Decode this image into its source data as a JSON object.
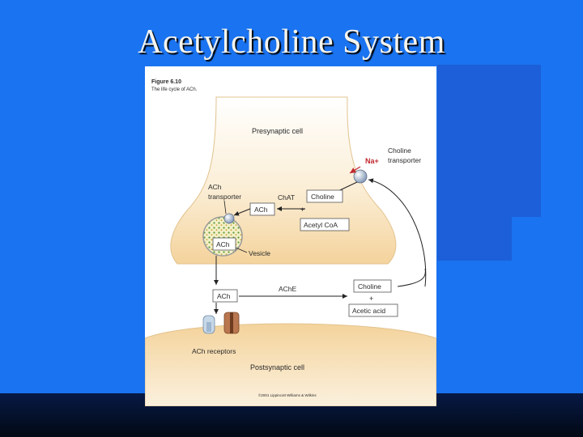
{
  "slide": {
    "title": "Acetylcholine System"
  },
  "figure": {
    "number": "Figure 6.10",
    "caption": "The life cycle of ACh.",
    "labels": {
      "presynaptic_cell": "Presynaptic cell",
      "postsynaptic_cell": "Postsynaptic cell",
      "na_ion": "Na+",
      "choline_transporter_1": "Choline",
      "choline_transporter_2": "transporter",
      "ach_transporter_1": "ACh",
      "ach_transporter_2": "transporter",
      "chat": "ChAT",
      "choline_box_top": "Choline",
      "plus_top": "+",
      "acetyl_coa": "Acetyl CoA",
      "ach_box_top": "ACh",
      "ach_vesicle": "ACh",
      "vesicle": "Vesicle",
      "ach_cleft": "ACh",
      "ache": "AChE",
      "choline_box_bottom": "Choline",
      "plus_bottom": "+",
      "acetic_acid": "Acetic acid",
      "ach_receptors": "ACh receptors"
    },
    "copyright": "©2001 Lippincott Williams & Wilkins"
  },
  "colors": {
    "background": "#1a73f0",
    "title_text": "#f4f4ee",
    "cell_fill": "#f7e0b8",
    "arrow_red": "#c0272d"
  }
}
